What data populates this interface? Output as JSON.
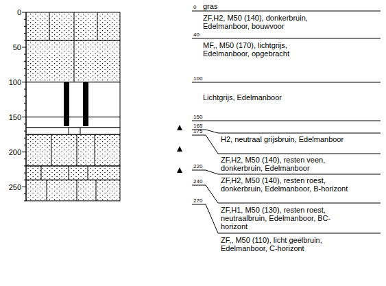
{
  "diagram": {
    "labels": [
      "0",
      "50",
      "100",
      "150",
      "200",
      "250",
      "0",
      "40",
      "100",
      "150",
      "165",
      "175",
      "220",
      "240",
      "270",
      "gras",
      "ZF,H2, M50 (140), donkerbruin, Edelmanboor, bouwvoor",
      "MF,, M50 (170), lichtgrijs, Edelmanboor, opgebracht",
      "Lichtgrijs, Edelmanboor",
      "H2, neutraal grijsbruin, Edelmanboor",
      "ZF,H2, M50 (140), resten veen, donkerbruin, Edelmanboor",
      "ZF,H2, M50 (140), resten roest, donkerbruin, Edelmanboor, B-horizont",
      "ZF,H1, M50 (130), resten roest, neutraalbruin, Edelmanboor, BC-horizont",
      "ZF,, M50 (110), licht geelbruin, Edelmanboor, C-horizont"
    ]
  }
}
